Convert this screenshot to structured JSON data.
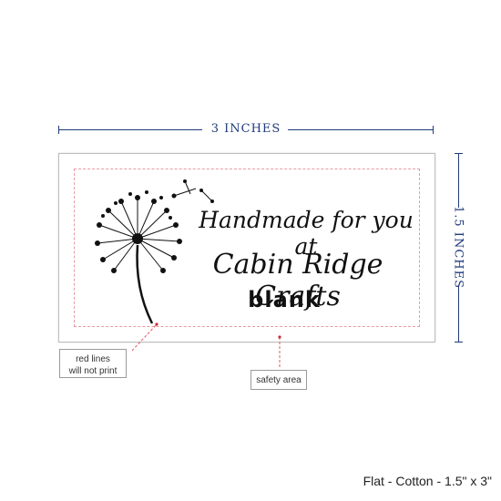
{
  "dimensions": {
    "width_label": "3 INCHES",
    "height_label": "1.5 INCHES"
  },
  "label": {
    "line1": "Handmade for you at",
    "line2": "Cabin Ridge Crafts",
    "line3": "blank"
  },
  "callouts": {
    "red_lines": [
      "red lines",
      "will not print"
    ],
    "safety_area": "safety area"
  },
  "caption": "Flat - Cotton - 1.5\" x 3\"",
  "colors": {
    "dimension": "#1f3a7a",
    "safety_line": "#e89aa0",
    "text": "#111111"
  },
  "icons": {
    "flower": "dandelion-icon"
  }
}
